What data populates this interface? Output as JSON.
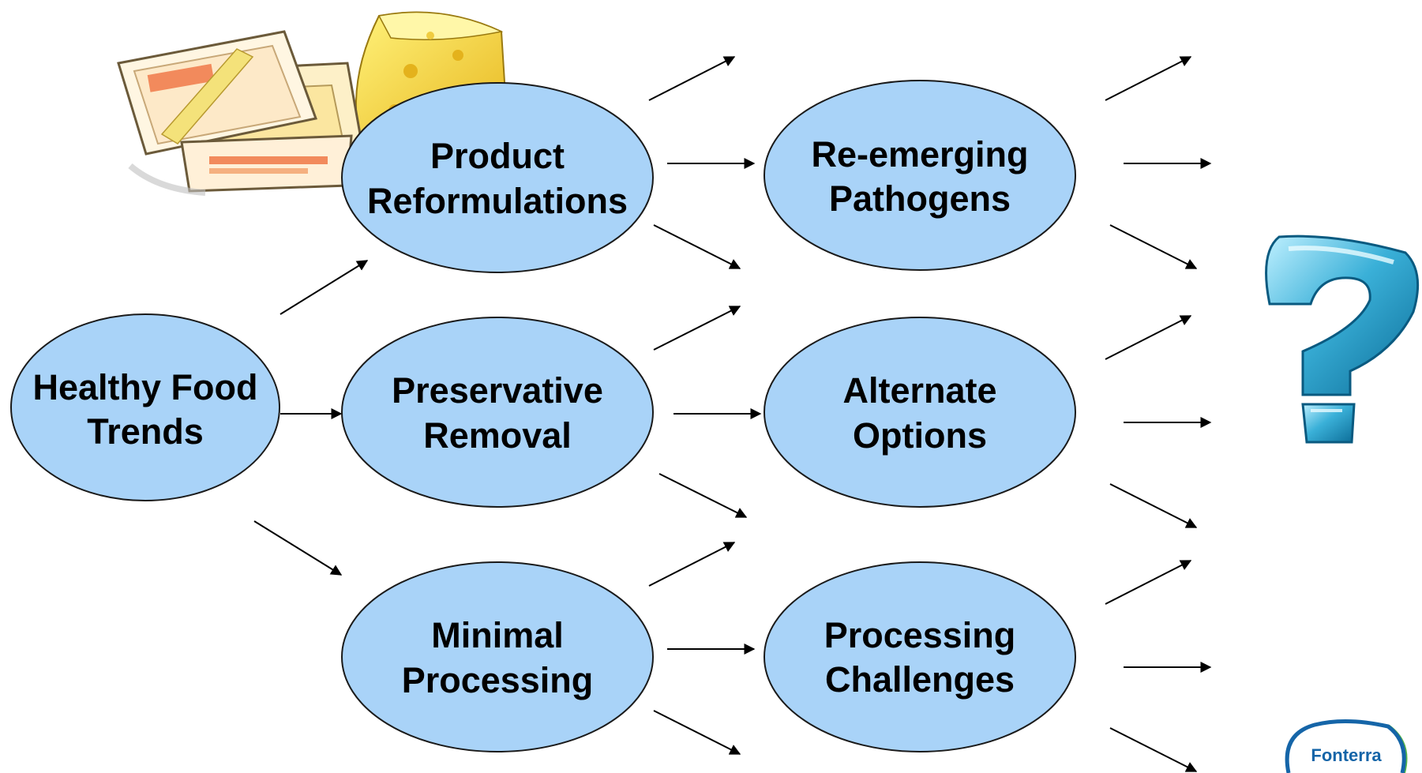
{
  "colors": {
    "node_fill": "#a9d3f8",
    "node_stroke": "#1a1a1a",
    "arrow": "#000000",
    "question_mark": "#3ab0d8",
    "logo_blue": "#1565a8",
    "logo_green": "#55b548"
  },
  "nodes": {
    "healthy_food_trends": {
      "line1": "Healthy Food",
      "line2": "Trends"
    },
    "product_reformulations": {
      "line1": "Product",
      "line2": "Reformulations"
    },
    "preservative_removal": {
      "line1": "Preservative",
      "line2": "Removal"
    },
    "minimal_processing": {
      "line1": "Minimal",
      "line2": "Processing"
    },
    "re_emerging_pathogens": {
      "line1": "Re-emerging",
      "line2": "Pathogens"
    },
    "alternate_options": {
      "line1": "Alternate",
      "line2": "Options"
    },
    "processing_challenges": {
      "line1": "Processing",
      "line2": "Challenges"
    }
  },
  "icons": {
    "food_clipart": "margarine-tubs-and-cheese",
    "unknown": "question-mark-icon"
  },
  "logo": {
    "text": "Fonterra"
  }
}
